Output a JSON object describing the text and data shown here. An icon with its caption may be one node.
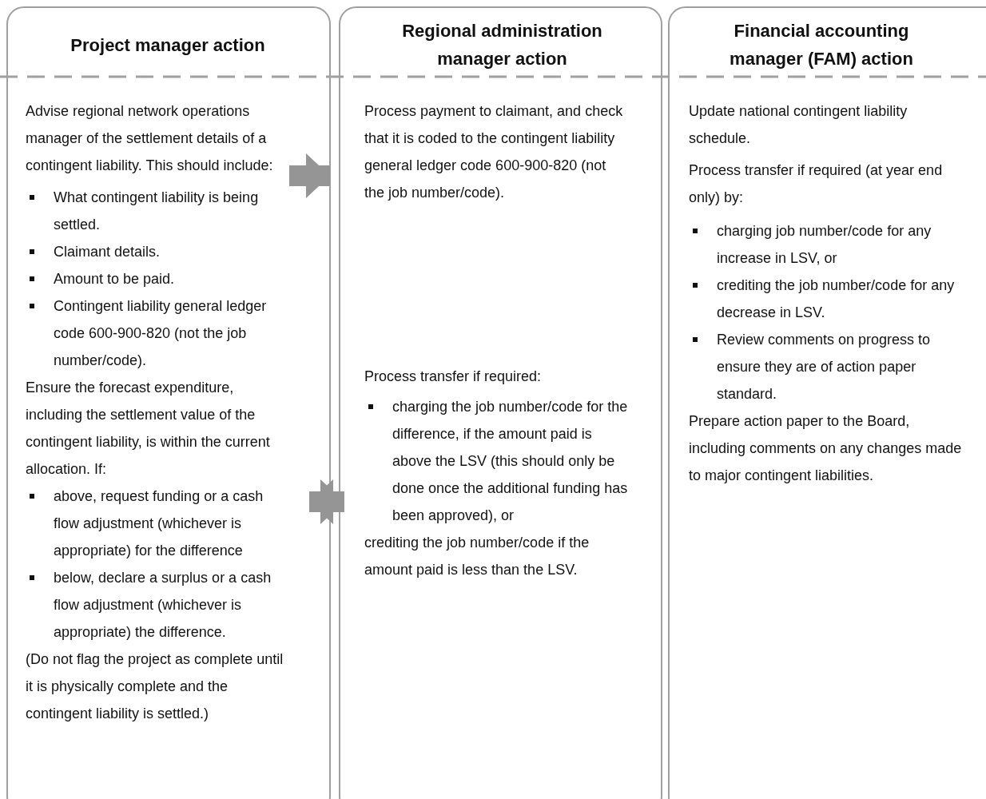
{
  "diagram": {
    "nodes": [
      {
        "text": [
          "Project manager action",
          "Advise regional network operations manager of the settlement details of a contingent liability. This should include:",
          "What contingent liability is being settled.",
          "Claimant details.",
          "Amount to be paid.",
          "Contingent liability general ledger code 600-900-820 (not the job number/code).",
          "Ensure the forecast expenditure, including the settlement value of the contingent liability, is within the current allocation. If:",
          "above, request funding or a cash flow adjustment (whichever is appropriate) for the difference",
          "below, declare a surplus or a cash flow adjustment (whichever is appropriate) the difference.",
          "(Do not flag the project as complete until it is physically complete and the contingent liability is settled.)"
        ]
      },
      {
        "text": [
          "Regional administration manager action",
          "Process payment to claimant, and check that it is coded to the contingent liability general ledger code 600-900-820 (not the job number/code).",
          "Process transfer if required:",
          "charging the job number/code for the difference, if the amount paid is above the LSV  (this should only be done once the additional funding has been approved), or",
          "crediting the job number/code if the amount paid is less than the LSV."
        ]
      },
      {
        "text": [
          "Financial accounting manager (FAM) action",
          "Update national contingent liability schedule.",
          "Process transfer if required (at year end only) by:",
          "charging job number/code for any increase in LSV, or",
          "crediting the job number/code for any decrease in LSV.",
          "Review comments on progress to ensure they are of action paper standard.",
          "Prepare action paper to the Board, including comments on any changes made to major contingent liabilities."
        ]
      }
    ],
    "edges": [
      {
        "from": 0,
        "to": 1,
        "arrow": "to"
      },
      {
        "from": 0,
        "to": 1,
        "arrow": "both"
      }
    ]
  }
}
